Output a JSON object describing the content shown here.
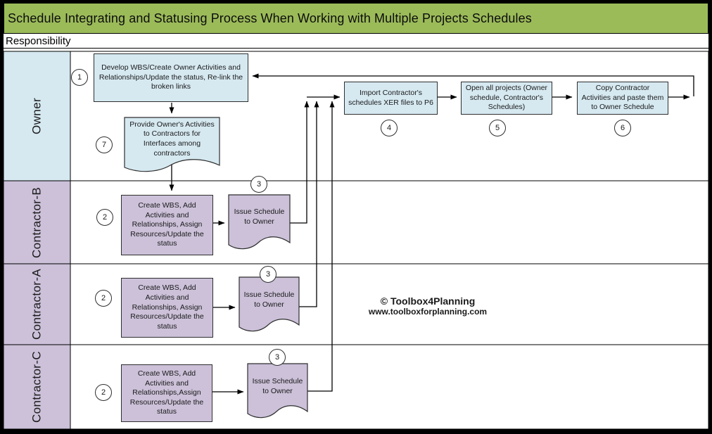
{
  "title": "Schedule Integrating and Statusing Process When Working with Multiple Projects Schedules",
  "responsibility_label": "Responsibility",
  "colors": {
    "title_bg": "#9BBB59",
    "owner_fill": "#D6E9F1",
    "contractor_fill": "#CCC1D9",
    "line": "#000000"
  },
  "lanes": [
    {
      "label": "Owner"
    },
    {
      "label": "Contractor-B"
    },
    {
      "label": "Contractor-A"
    },
    {
      "label": "Contractor-C"
    }
  ],
  "nodes": {
    "owner_develop": {
      "step": "1",
      "text": "Develop WBS/Create Owner Activities and Relationships/Update the status, Re-link the broken links"
    },
    "owner_provide": {
      "step": "7",
      "text": "Provide Owner's Activities to Contractors for Interfaces among contractors"
    },
    "owner_import": {
      "step": "4",
      "text": "Import Contractor's schedules XER files to P6"
    },
    "owner_open": {
      "step": "5",
      "text": "Open all projects (Owner schedule, Contractor's Schedules)"
    },
    "owner_copy": {
      "step": "6",
      "text": "Copy Contractor Activities and paste them to Owner Schedule"
    },
    "contractor_b_create": {
      "step": "2",
      "text": "Create WBS, Add Activities and Relationships, Assign Resources/Update the status"
    },
    "contractor_b_issue": {
      "step": "3",
      "text": "Issue Schedule to Owner"
    },
    "contractor_a_create": {
      "step": "2",
      "text": "Create WBS, Add Activities and Relationships, Assign Resources/Update the status"
    },
    "contractor_a_issue": {
      "step": "3",
      "text": "Issue Schedule to Owner"
    },
    "contractor_c_create": {
      "step": "2",
      "text": "Create WBS, Add Activities and Relationships,Assign Resources/Update the status"
    },
    "contractor_c_issue": {
      "step": "3",
      "text": "Issue Schedule to Owner"
    }
  },
  "watermark": {
    "line1": "© Toolbox4Planning",
    "line2": "www.toolboxforplanning.com"
  }
}
